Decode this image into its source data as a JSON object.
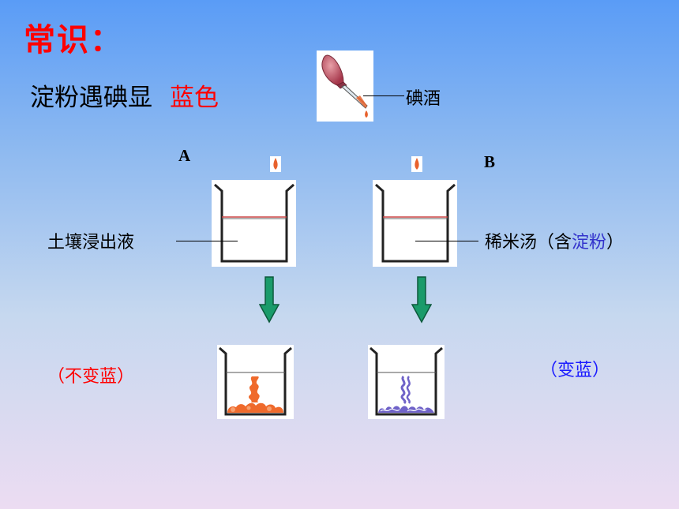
{
  "title": "常识：",
  "fact": {
    "prefix": "淀粉遇碘显",
    "highlight": "蓝色"
  },
  "dropper": {
    "label": "碘酒"
  },
  "beaker_a": {
    "letter": "A",
    "label": "土壤浸出液",
    "result": "（不变蓝）"
  },
  "beaker_b": {
    "letter": "B",
    "label_prefix": "稀米汤（含",
    "label_starch": "淀粉",
    "label_suffix": "）",
    "result": "（变蓝）"
  },
  "colors": {
    "title_red": "#ff0000",
    "starch_blue": "#3333cc",
    "result_a": "#ff0000",
    "result_b": "#1a1aff",
    "arrow_green": "#1a9b6a",
    "iodine_orange": "#e8612c",
    "blue_reaction": "#6f62c8",
    "orange_reaction": "#ef6a2c"
  }
}
